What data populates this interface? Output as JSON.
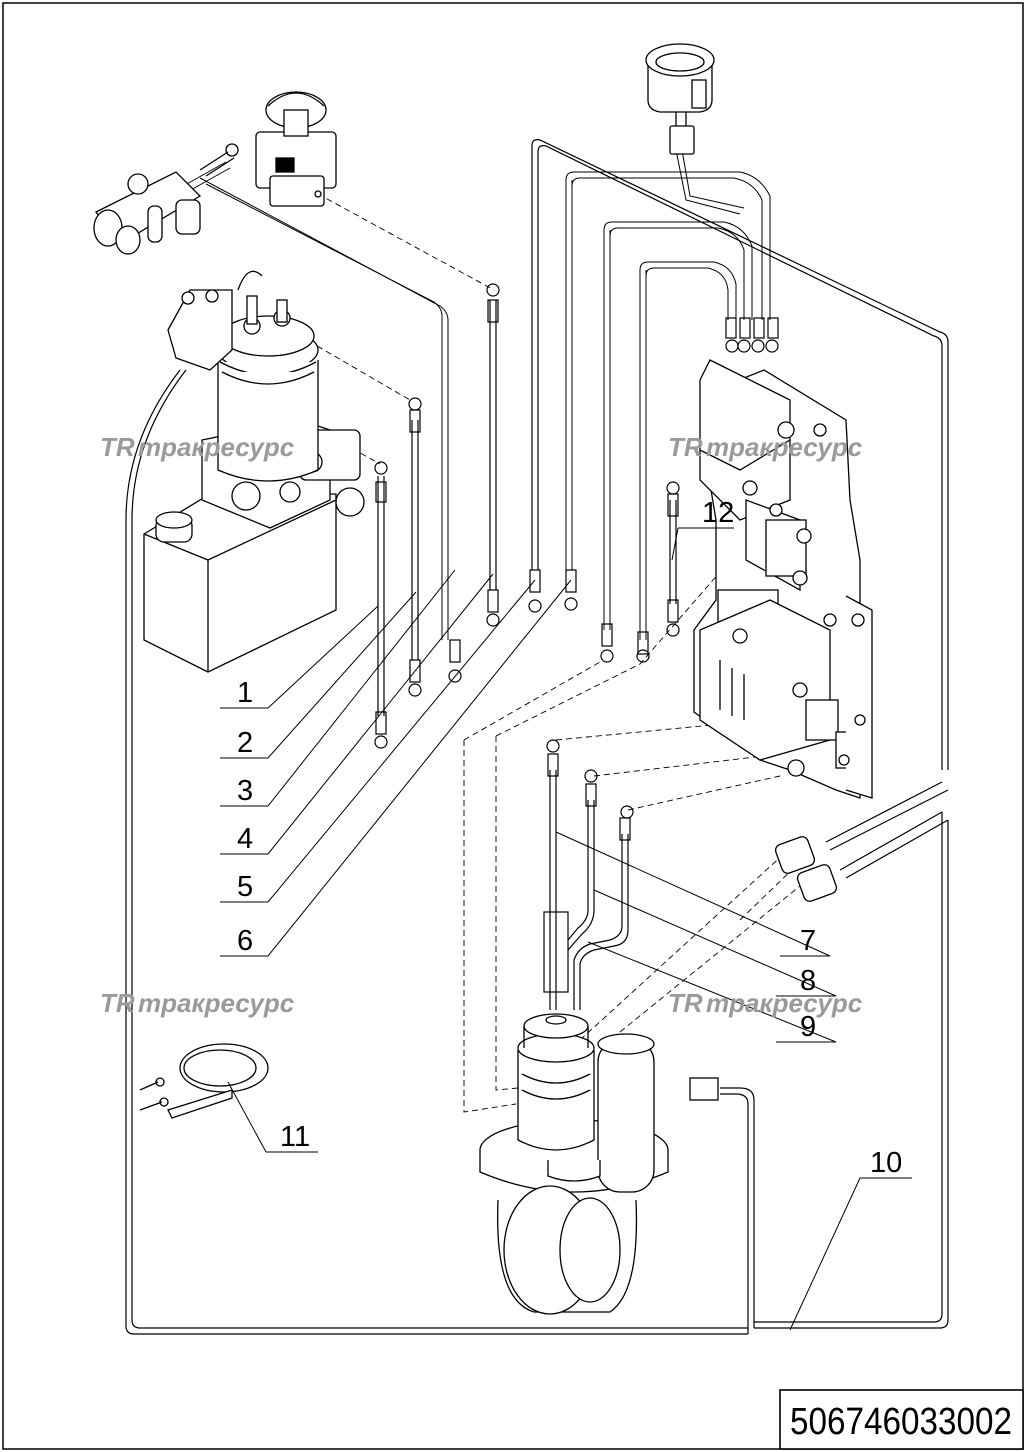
{
  "drawing": {
    "part_number": "506746033002",
    "watermark_logo": "TR",
    "watermark_text": "тракресурс"
  },
  "callouts": [
    "1",
    "2",
    "3",
    "4",
    "5",
    "6",
    "7",
    "8",
    "9",
    "10",
    "11",
    "12"
  ],
  "colors": {
    "line": "#000000",
    "watermark": "#9a9a9a",
    "background": "#ffffff"
  }
}
